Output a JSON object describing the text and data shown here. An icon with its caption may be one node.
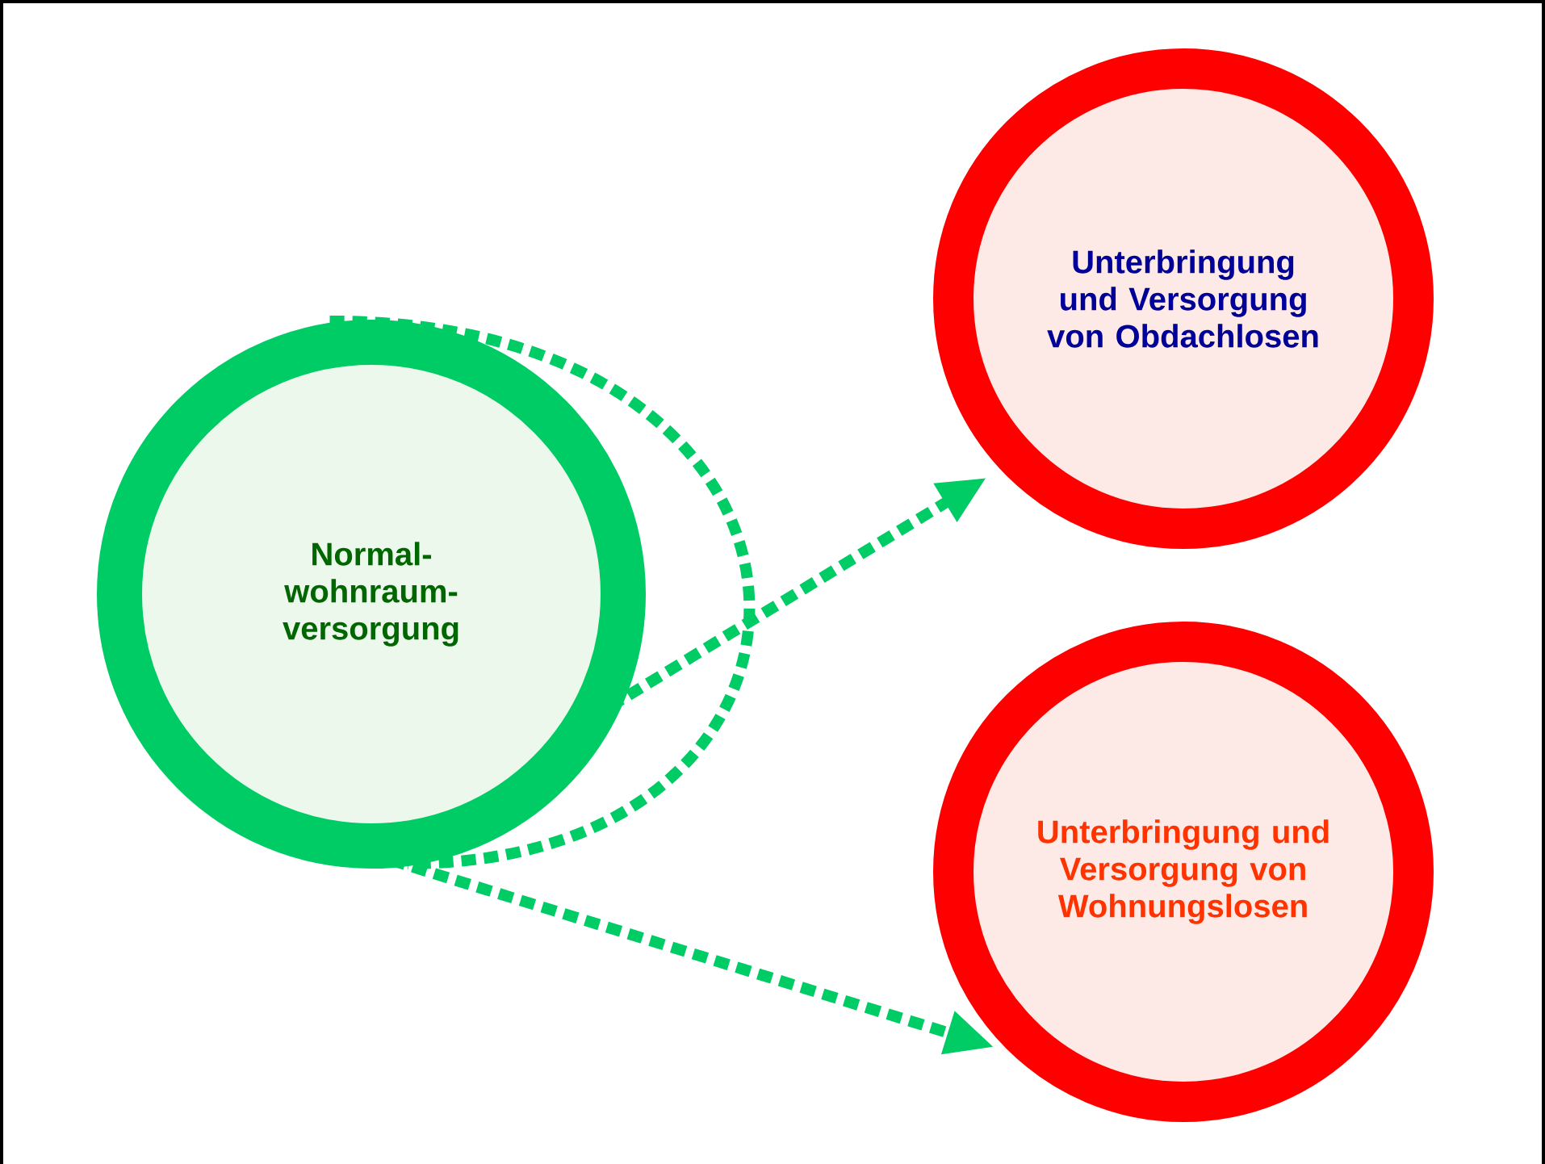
{
  "diagram": {
    "nodes": [
      {
        "text": [
          "Normal- wohnraum- versorgung"
        ]
      },
      {
        "text": [
          "Unterbringung und Versorgung von Obdachlosen"
        ]
      },
      {
        "text": [
          "Unterbringung und Versorgung von Wohnungslosen"
        ]
      }
    ],
    "edges": [
      {
        "from": 0,
        "to": 0,
        "arrow": "none",
        "style": "dashed"
      },
      {
        "from": 0,
        "to": 1,
        "arrow": "to",
        "style": "dashed"
      },
      {
        "from": 0,
        "to": 2,
        "arrow": "to",
        "style": "dashed"
      }
    ]
  }
}
